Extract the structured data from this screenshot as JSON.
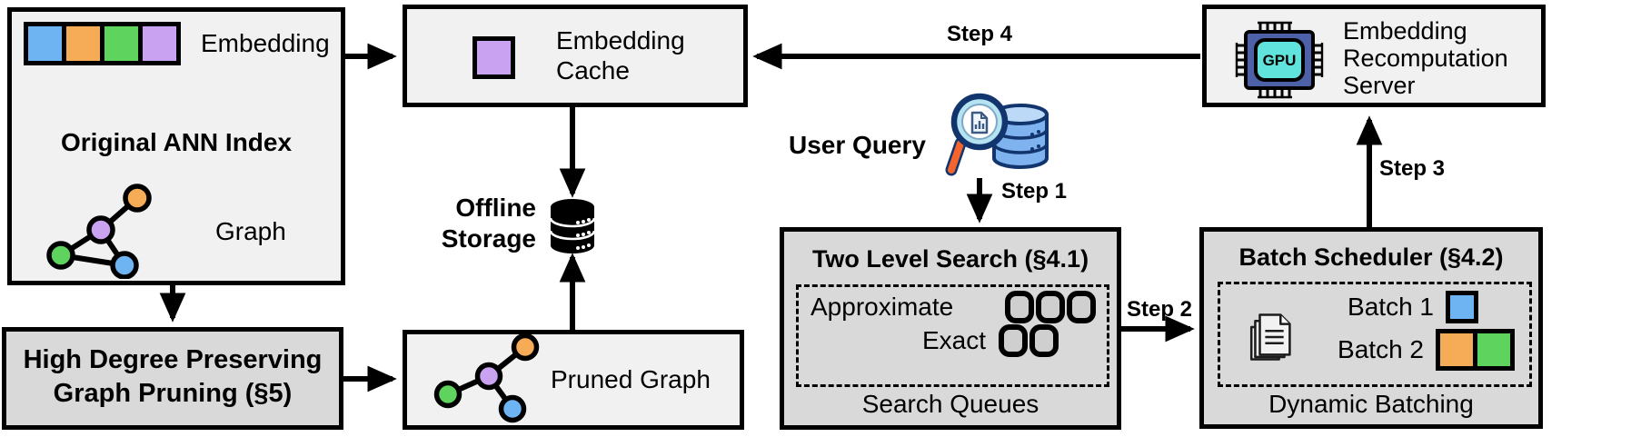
{
  "colors": {
    "blue": "#6eb3f2",
    "orange": "#f6ab57",
    "green": "#5ed45e",
    "purple": "#c9a2f2",
    "box-light": "#f1f1f1",
    "box-dark": "#d9d9d9",
    "queue-fill": "#cfcfcf",
    "chip-body": "#4d61a8",
    "chip-core": "#5fe3dc",
    "handle-orange": "#f4642c",
    "navy": "#12356e"
  },
  "original_index": {
    "embedding_label": "Embedding",
    "title": "Original ANN Index",
    "graph_label": "Graph"
  },
  "graph_pruning": {
    "line1": "High Degree Preserving",
    "line2": "Graph Pruning (§5)"
  },
  "embedding_cache": {
    "line1": "Embedding",
    "line2": "Cache"
  },
  "offline_storage": {
    "line1": "Offline",
    "line2": "Storage"
  },
  "pruned_graph": {
    "label": "Pruned Graph"
  },
  "user_query": {
    "label": "User Query"
  },
  "two_level_search": {
    "title": "Two Level Search (§4.1)",
    "approximate_label": "Approximate",
    "exact_label": "Exact",
    "footer": "Search Queues"
  },
  "batch_scheduler": {
    "title": "Batch Scheduler (§4.2)",
    "batch1_label": "Batch 1",
    "batch2_label": "Batch 2",
    "footer": "Dynamic Batching"
  },
  "recomputation_server": {
    "line1": "Embedding",
    "line2": "Recomputation",
    "line3": "Server",
    "gpu_label": "GPU"
  },
  "steps": {
    "step1": "Step 1",
    "step2": "Step 2",
    "step3": "Step 3",
    "step4": "Step 4"
  }
}
